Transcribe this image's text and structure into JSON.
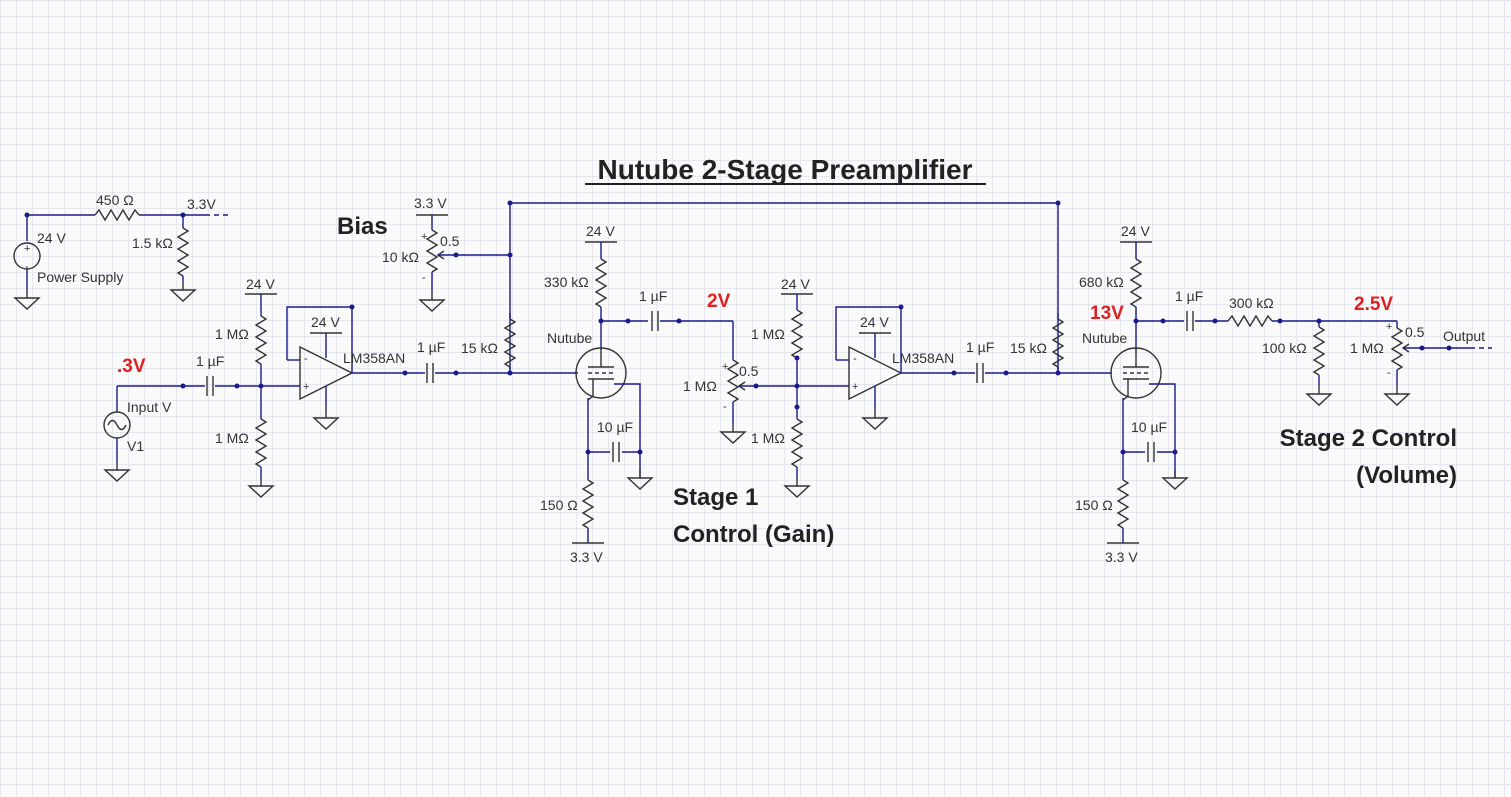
{
  "title": "Nutube 2-Stage Preamplifier",
  "labels": {
    "r_450": "450 Ω",
    "node_3v3": "3.3V",
    "ps_24v": "24 V",
    "r_1k5": "1.5 kΩ",
    "power_supply": "Power Supply",
    "bias": "Bias",
    "bias_3v3": "3.3 V",
    "bias_pot": "10 kΩ",
    "bias_wiper": "0.5",
    "in_volt": ".3V",
    "in_cap": "1 µF",
    "input_v": "Input V",
    "v1": "V1",
    "buf1_24v": "24 V",
    "buf1_rtop": "1 MΩ",
    "buf1_rbot": "1 MΩ",
    "buf1_opamp_24v": "24 V",
    "buf1_opamp": "LM358AN",
    "buf1_cap": "1 µF",
    "buf1_r15k": "15 kΩ",
    "t1_24v": "24 V",
    "t1_330k": "330 kΩ",
    "t1_name": "Nutube",
    "t1_cap": "1 µF",
    "t1_node": "2V",
    "t1_10uf": "10 µF",
    "t1_150": "150 Ω",
    "t1_3v3": "3.3 V",
    "gain_pot": "1 MΩ",
    "gain_wiper": "0.5",
    "stage1_a": "Stage 1",
    "stage1_b": "Control (Gain)",
    "buf2_24v": "24 V",
    "buf2_rtop": "1 MΩ",
    "buf2_rbot": "1 MΩ",
    "buf2_opamp_24v": "24 V",
    "buf2_opamp": "LM358AN",
    "buf2_cap": "1 µF",
    "buf2_r15k": "15 kΩ",
    "t2_24v": "24 V",
    "t2_680k": "680 kΩ",
    "t2_node": "13V",
    "t2_name": "Nutube",
    "t2_cap": "1 µF",
    "t2_300k": "300 kΩ",
    "out_node": "2.5V",
    "t2_100k": "100 kΩ",
    "vol_pot": "1 MΩ",
    "vol_wiper": "0.5",
    "output": "Output",
    "t2_10uf": "10 µF",
    "t2_150": "150 Ω",
    "t2_3v3": "3.3 V",
    "stage2_a": "Stage 2 Control",
    "stage2_b": "(Volume)"
  },
  "colors": {
    "wire": "#1a1a8c",
    "highlight": "#e02020",
    "grid": "#e6e6ee"
  }
}
